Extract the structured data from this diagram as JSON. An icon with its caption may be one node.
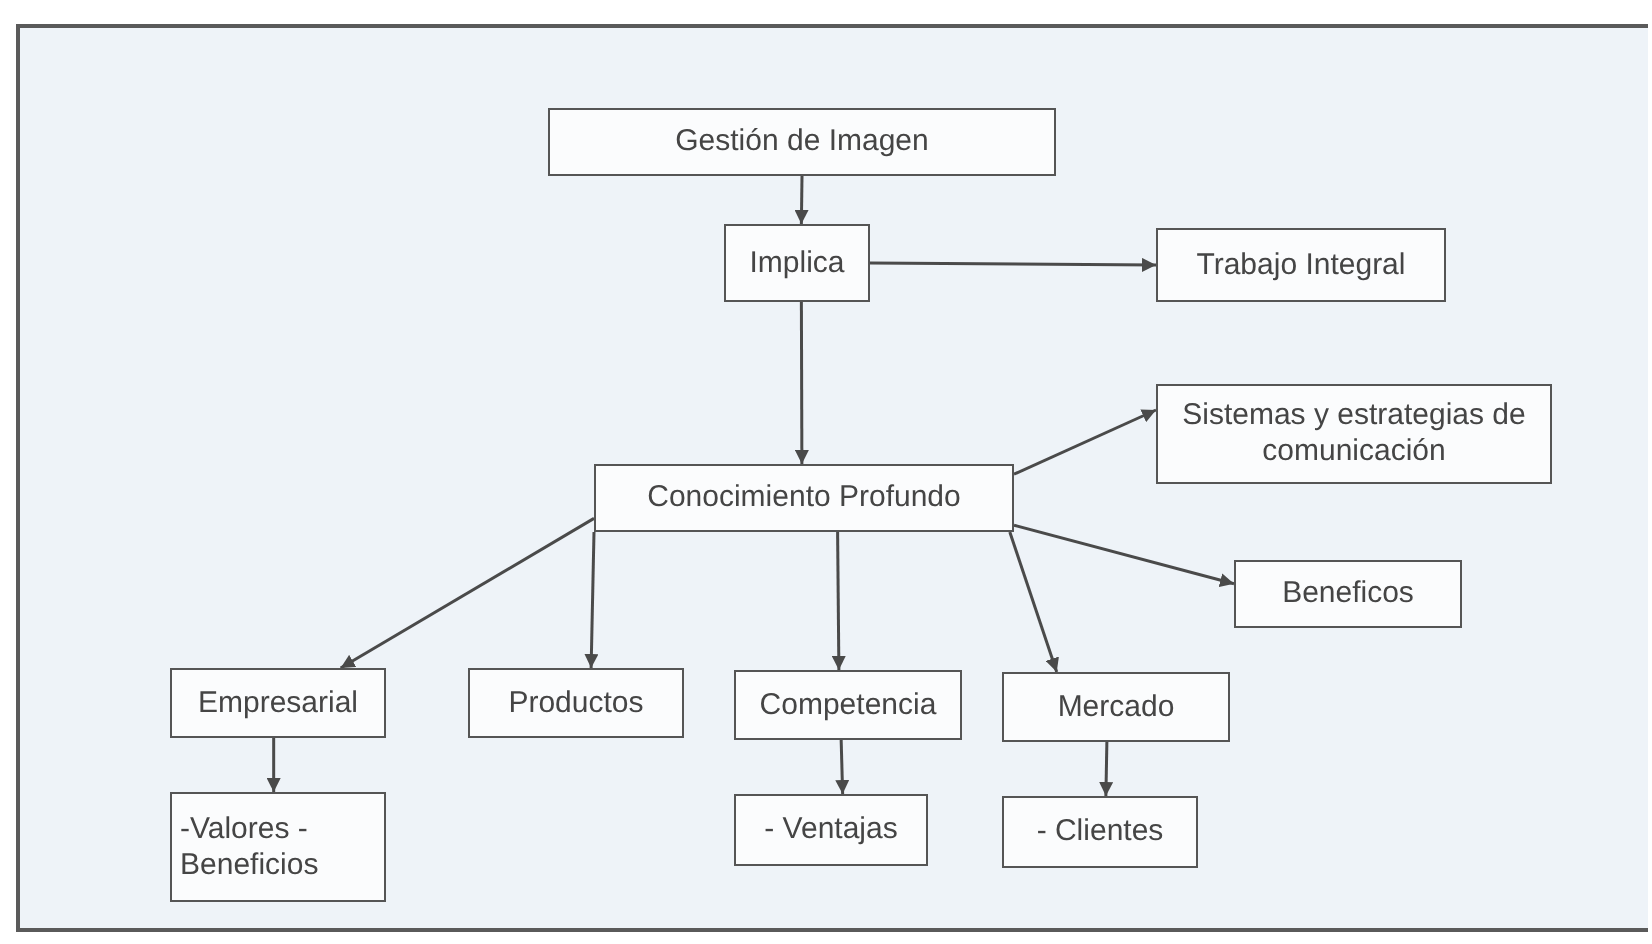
{
  "diagram": {
    "nodes": [
      {
        "text": [
          "Gestión de Imagen"
        ]
      },
      {
        "text": [
          "Implica"
        ]
      },
      {
        "text": [
          "Trabajo Integral"
        ]
      },
      {
        "text": [
          "Sistemas y estrategias de comunicación"
        ]
      },
      {
        "text": [
          "Conocimiento Profundo"
        ]
      },
      {
        "text": [
          "Beneficos"
        ]
      },
      {
        "text": [
          "Empresarial"
        ]
      },
      {
        "text": [
          "Productos"
        ]
      },
      {
        "text": [
          "Competencia"
        ]
      },
      {
        "text": [
          "Mercado"
        ]
      },
      {
        "text": [
          "-Valores -Beneficios"
        ]
      },
      {
        "text": [
          "- Ventajas"
        ]
      },
      {
        "text": [
          "- Clientes"
        ]
      }
    ],
    "edges": [
      {
        "from": 0,
        "to": 1,
        "arrow": "to"
      },
      {
        "from": 1,
        "to": 2,
        "arrow": "to"
      },
      {
        "from": 1,
        "to": 4,
        "arrow": "to"
      },
      {
        "from": 4,
        "to": 3,
        "arrow": "to"
      },
      {
        "from": 4,
        "to": 5,
        "arrow": "to"
      },
      {
        "from": 4,
        "to": 6,
        "arrow": "to"
      },
      {
        "from": 4,
        "to": 7,
        "arrow": "to"
      },
      {
        "from": 4,
        "to": 8,
        "arrow": "to"
      },
      {
        "from": 4,
        "to": 9,
        "arrow": "to"
      },
      {
        "from": 6,
        "to": 10,
        "arrow": "to"
      },
      {
        "from": 8,
        "to": 11,
        "arrow": "to"
      },
      {
        "from": 9,
        "to": 12,
        "arrow": "to"
      }
    ]
  }
}
